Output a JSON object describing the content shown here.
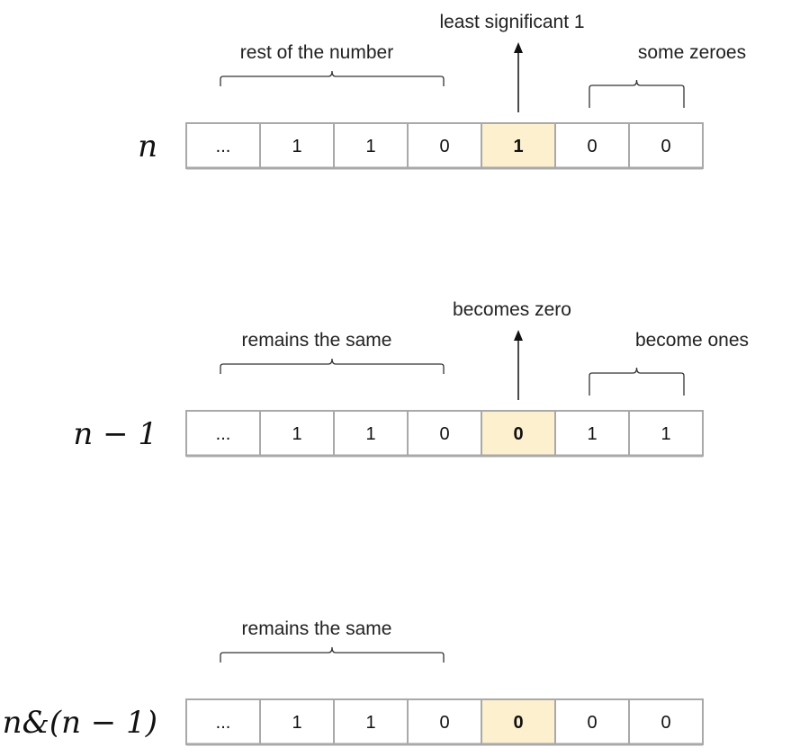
{
  "rows": [
    {
      "label": "n",
      "cells": [
        "...",
        "1",
        "1",
        "0",
        "1",
        "0",
        "0"
      ],
      "highlight_index": 4,
      "left_brace_label": "rest of the number",
      "right_brace_label": "some zeroes",
      "arrow_label": "least significant 1"
    },
    {
      "label": "n − 1",
      "cells": [
        "...",
        "1",
        "1",
        "0",
        "0",
        "1",
        "1"
      ],
      "highlight_index": 4,
      "left_brace_label": "remains the same",
      "right_brace_label": "become ones",
      "arrow_label": "becomes zero"
    },
    {
      "label": "n&(n − 1)",
      "cells": [
        "...",
        "1",
        "1",
        "0",
        "0",
        "0",
        "0"
      ],
      "highlight_index": 4,
      "left_brace_label": "remains the same",
      "right_brace_label": "",
      "arrow_label": ""
    }
  ],
  "colors": {
    "highlight": "#fdf0cf",
    "cell_border": "#a9a9a9"
  }
}
